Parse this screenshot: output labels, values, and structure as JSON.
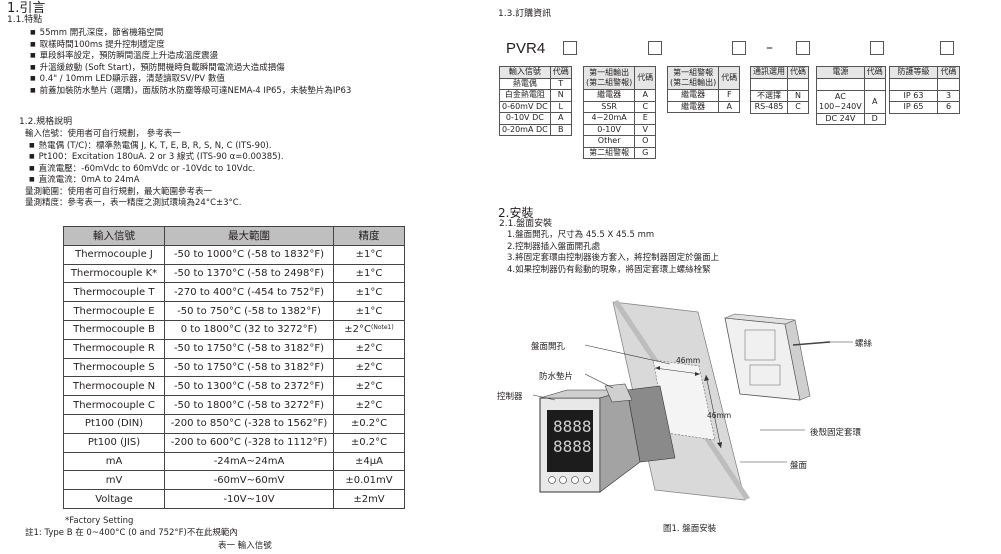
{
  "sec1": {
    "title": "1.引言",
    "sub": "1.1.特點",
    "features": [
      "55mm 開孔深度，節省機箱空間",
      "取樣時間100ms 提升控制穩定度",
      "單段斜率設定，預防瞬間溫度上升造成溫度震盪",
      "升溫緩啟動 (Soft Start)，預防開機時負載瞬間電流過大造成損傷",
      "0.4\" / 10mm LED顯示器，清楚讀取SV/PV 數值",
      "前蓋加裝防水墊片 (選購)，面版防水防塵等級可達NEMA-4 IP65，未裝墊片為IP63"
    ]
  },
  "sec12": {
    "title": "1.2.規格說明",
    "lines": [
      {
        "bullet": false,
        "text": "輸入信號：使用者可自行規劃， 參考表一"
      },
      {
        "bullet": true,
        "text": "熱電偶 (T/C)：標準熱電偶 J, K, T, E, B, R, S, N, C (ITS-90)."
      },
      {
        "bullet": true,
        "text": "Pt100：Excitation 180uA. 2 or 3 線式 (ITS-90 α=0.00385)."
      },
      {
        "bullet": true,
        "text": "直流電壓：-60mVdc to 60mVdc or -10Vdc to 10Vdc."
      },
      {
        "bullet": true,
        "text": "直流電流：0mA to 24mA"
      },
      {
        "bullet": false,
        "text": "量測範圍：使用者可自行規劃，最大範圍參考表一"
      },
      {
        "bullet": false,
        "text": "量測精度：參考表一，表一精度之測試環境為24°C±3°C."
      }
    ]
  },
  "input_table": {
    "headers": [
      "輸入信號",
      "最大範圍",
      "精度"
    ],
    "rows": [
      [
        "Thermocouple J",
        "-50 to 1000°C (-58 to 1832°F)",
        "±1°C",
        ""
      ],
      [
        "Thermocouple K*",
        "-50 to 1370°C (-58 to 2498°F)",
        "±1°C",
        ""
      ],
      [
        "Thermocouple T",
        "-270 to 400°C (-454 to 752°F)",
        "±1°C",
        ""
      ],
      [
        "Thermocouple E",
        "-50 to 750°C (-58 to 1382°F)",
        "±1°C",
        ""
      ],
      [
        "Thermocouple B",
        "0 to 1800°C (32 to 3272°F)",
        "±2°C",
        "(Note1)"
      ],
      [
        "Thermocouple R",
        "-50 to 1750°C (-58 to 3182°F)",
        "±2°C",
        ""
      ],
      [
        "Thermocouple S",
        "-50 to 1750°C (-58 to 3182°F)",
        "±2°C",
        ""
      ],
      [
        "Thermocouple N",
        "-50 to 1300°C (-58 to 2372°F)",
        "±2°C",
        ""
      ],
      [
        "Thermocouple C",
        "-50 to 1800°C (-58 to 3272°F)",
        "±2°C",
        ""
      ],
      [
        "Pt100 (DIN)",
        "-200 to 850°C (-328 to 1562°F)",
        "±0.2°C",
        ""
      ],
      [
        "Pt100 (JIS)",
        "-200 to 600°C (-328 to 1112°F)",
        "±0.2°C",
        ""
      ],
      [
        "mA",
        "-24mA~24mA",
        "±4μA",
        ""
      ],
      [
        "mV",
        "-60mV~60mV",
        "±0.01mV",
        ""
      ],
      [
        "Voltage",
        "-10V~10V",
        "±2mV",
        ""
      ]
    ],
    "footnote_star": "*Factory Setting",
    "note1": "註1: Type B 在 0~400°C (0 and 752°F)不在此規範內",
    "caption": "表一 輸入信號"
  },
  "order": {
    "title": "1.3.訂購資訊",
    "model": "PVR4",
    "dash": "–",
    "g1": {
      "hd": [
        "輸入信號",
        "代碼"
      ],
      "rows": [
        [
          "熱電偶",
          "T"
        ],
        [
          "白金熱電阻",
          "N"
        ],
        [
          "0-60mV DC",
          "L"
        ],
        [
          "0-10V DC",
          "A"
        ],
        [
          "0-20mA DC",
          "B"
        ]
      ]
    },
    "g2": {
      "hd": [
        "第一組輸出",
        "(第二組警報)",
        "代碼"
      ],
      "rows": [
        [
          "繼電器",
          "A"
        ],
        [
          "SSR",
          "C"
        ],
        [
          "4~20mA",
          "E"
        ],
        [
          "0-10V",
          "V"
        ],
        [
          "Other",
          "O"
        ],
        [
          "第二組警報",
          "G"
        ]
      ]
    },
    "g3": {
      "hd": [
        "第一組警報",
        "(第二組輸出)",
        "代碼"
      ],
      "rows": [
        [
          "繼電器",
          "F"
        ],
        [
          "繼電器",
          "A"
        ]
      ]
    },
    "g4": {
      "hd": [
        "通訊選用",
        "代碼"
      ],
      "rows": [
        [
          "不選擇",
          "N"
        ],
        [
          "RS-485",
          "C"
        ]
      ]
    },
    "g5": {
      "hd": [
        "電源",
        "代碼"
      ],
      "rows": [
        [
          "AC",
          "100~240V",
          "A"
        ],
        [
          "DC 24V",
          "D"
        ]
      ]
    },
    "g6": {
      "hd": [
        "防護等級",
        "代碼"
      ],
      "rows": [
        [
          "IP 63",
          "3"
        ],
        [
          "IP 65",
          "6"
        ]
      ]
    }
  },
  "sec2": {
    "title": "2.安裝",
    "sub": "2.1.盤面安裝",
    "steps": [
      "1.盤面開孔，尺寸為 45.5 X 45.5 mm",
      "2.控制器插入盤面開孔處",
      "3.將固定套環由控制器後方套入，將控制器固定於盤面上",
      "4.如果控制器仍有鬆動的現象，將固定套環上螺絲栓緊"
    ]
  },
  "figure": {
    "labels": {
      "cutout": "盤面開孔",
      "gasket": "防水墊片",
      "controller": "控制器",
      "screw": "螺絲",
      "ring": "後殼固定套環",
      "panel": "盤面",
      "dim_w": "46mm",
      "dim_h": "46mm"
    },
    "caption": "圖1. 盤面安裝"
  }
}
